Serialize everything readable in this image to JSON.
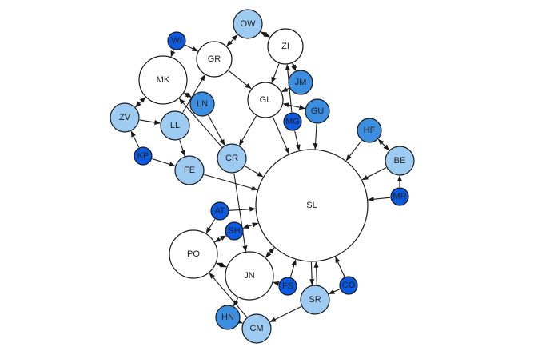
{
  "title": "Directed network graph",
  "colors": {
    "white": "#ffffff",
    "light": "#9ecbf2",
    "medium": "#3b8ee0",
    "dark": "#0b5ae0",
    "edge": "#1a1a1a"
  },
  "nodes": [
    {
      "id": "SL",
      "label": "SL",
      "tone": "white",
      "size": "xl"
    },
    {
      "id": "PO",
      "label": "PO",
      "tone": "white",
      "size": "l"
    },
    {
      "id": "MK",
      "label": "MK",
      "tone": "white",
      "size": "l"
    },
    {
      "id": "JN",
      "label": "JN",
      "tone": "white",
      "size": "l"
    },
    {
      "id": "GR",
      "label": "GR",
      "tone": "white",
      "size": "m"
    },
    {
      "id": "ZI",
      "label": "ZI",
      "tone": "white",
      "size": "m"
    },
    {
      "id": "GL",
      "label": "GL",
      "tone": "white",
      "size": "m"
    },
    {
      "id": "OW",
      "label": "OW",
      "tone": "light",
      "size": "s"
    },
    {
      "id": "ZV",
      "label": "ZV",
      "tone": "light",
      "size": "s"
    },
    {
      "id": "LL",
      "label": "LL",
      "tone": "light",
      "size": "s"
    },
    {
      "id": "FE",
      "label": "FE",
      "tone": "light",
      "size": "s"
    },
    {
      "id": "CR",
      "label": "CR",
      "tone": "light",
      "size": "s"
    },
    {
      "id": "BE",
      "label": "BE",
      "tone": "light",
      "size": "s"
    },
    {
      "id": "SR",
      "label": "SR",
      "tone": "light",
      "size": "s"
    },
    {
      "id": "CM",
      "label": "CM",
      "tone": "light",
      "size": "s"
    },
    {
      "id": "LN",
      "label": "LN",
      "tone": "medium",
      "size": "xs"
    },
    {
      "id": "JM",
      "label": "JM",
      "tone": "medium",
      "size": "xs"
    },
    {
      "id": "GU",
      "label": "GU",
      "tone": "medium",
      "size": "xs"
    },
    {
      "id": "HF",
      "label": "HF",
      "tone": "medium",
      "size": "xs"
    },
    {
      "id": "HN",
      "label": "HN",
      "tone": "medium",
      "size": "xs"
    },
    {
      "id": "WI",
      "label": "WI",
      "tone": "dark",
      "size": "xxs"
    },
    {
      "id": "KP",
      "label": "KP",
      "tone": "dark",
      "size": "xxs"
    },
    {
      "id": "MG",
      "label": "MG",
      "tone": "dark",
      "size": "xxs"
    },
    {
      "id": "MR",
      "label": "MR",
      "tone": "dark",
      "size": "xxs"
    },
    {
      "id": "AT",
      "label": "AT",
      "tone": "dark",
      "size": "xxs"
    },
    {
      "id": "SH",
      "label": "SH",
      "tone": "dark",
      "size": "xxs"
    },
    {
      "id": "FS",
      "label": "FS",
      "tone": "dark",
      "size": "xxs"
    },
    {
      "id": "CO",
      "label": "CO",
      "tone": "dark",
      "size": "xxs"
    }
  ],
  "edges": [
    {
      "from": "WI",
      "to": "MK",
      "bidirectional": false
    },
    {
      "from": "WI",
      "to": "GR",
      "bidirectional": false
    },
    {
      "from": "GR",
      "to": "OW",
      "bidirectional": true
    },
    {
      "from": "OW",
      "to": "ZI",
      "bidirectional": true
    },
    {
      "from": "GR",
      "to": "GL",
      "bidirectional": false
    },
    {
      "from": "ZI",
      "to": "GL",
      "bidirectional": false
    },
    {
      "from": "JM",
      "to": "ZI",
      "bidirectional": true
    },
    {
      "from": "MG",
      "to": "ZI",
      "bidirectional": false
    },
    {
      "from": "GL",
      "to": "GU",
      "bidirectional": true
    },
    {
      "from": "JM",
      "to": "GL",
      "bidirectional": false
    },
    {
      "from": "MK",
      "to": "LN",
      "bidirectional": true
    },
    {
      "from": "MK",
      "to": "ZV",
      "bidirectional": true
    },
    {
      "from": "LL",
      "to": "GR",
      "bidirectional": false
    },
    {
      "from": "ZV",
      "to": "LL",
      "bidirectional": false
    },
    {
      "from": "KP",
      "to": "ZV",
      "bidirectional": false
    },
    {
      "from": "KP",
      "to": "FE",
      "bidirectional": false
    },
    {
      "from": "LL",
      "to": "FE",
      "bidirectional": false
    },
    {
      "from": "LN",
      "to": "CR",
      "bidirectional": false
    },
    {
      "from": "CR",
      "to": "MK",
      "bidirectional": false
    },
    {
      "from": "GL",
      "to": "CR",
      "bidirectional": false
    },
    {
      "from": "GL",
      "to": "SL",
      "bidirectional": false
    },
    {
      "from": "MG",
      "to": "SL",
      "bidirectional": false
    },
    {
      "from": "GU",
      "to": "SL",
      "bidirectional": false
    },
    {
      "from": "HF",
      "to": "SL",
      "bidirectional": false
    },
    {
      "from": "HF",
      "to": "BE",
      "bidirectional": true
    },
    {
      "from": "BE",
      "to": "SL",
      "bidirectional": false
    },
    {
      "from": "MR",
      "to": "BE",
      "bidirectional": false
    },
    {
      "from": "MR",
      "to": "SL",
      "bidirectional": false
    },
    {
      "from": "CR",
      "to": "SL",
      "bidirectional": false
    },
    {
      "from": "FE",
      "to": "SL",
      "bidirectional": false
    },
    {
      "from": "CR",
      "to": "JN",
      "bidirectional": false
    },
    {
      "from": "AT",
      "to": "SL",
      "bidirectional": false
    },
    {
      "from": "AT",
      "to": "PO",
      "bidirectional": false
    },
    {
      "from": "SH",
      "to": "SL",
      "bidirectional": true
    },
    {
      "from": "SH",
      "to": "PO",
      "bidirectional": true
    },
    {
      "from": "PO",
      "to": "JN",
      "bidirectional": true
    },
    {
      "from": "JN",
      "to": "SL",
      "bidirectional": true
    },
    {
      "from": "FS",
      "to": "JN",
      "bidirectional": false
    },
    {
      "from": "FS",
      "to": "SL",
      "bidirectional": false
    },
    {
      "from": "SL",
      "to": "SR",
      "bidirectional": false
    },
    {
      "from": "SR",
      "to": "SL",
      "bidirectional": false
    },
    {
      "from": "CO",
      "to": "SL",
      "bidirectional": false
    },
    {
      "from": "CO",
      "to": "SR",
      "bidirectional": false
    },
    {
      "from": "SR",
      "to": "CM",
      "bidirectional": false
    },
    {
      "from": "CM",
      "to": "PO",
      "bidirectional": false
    },
    {
      "from": "JN",
      "to": "HN",
      "bidirectional": false
    },
    {
      "from": "HN",
      "to": "CM",
      "bidirectional": false
    }
  ]
}
